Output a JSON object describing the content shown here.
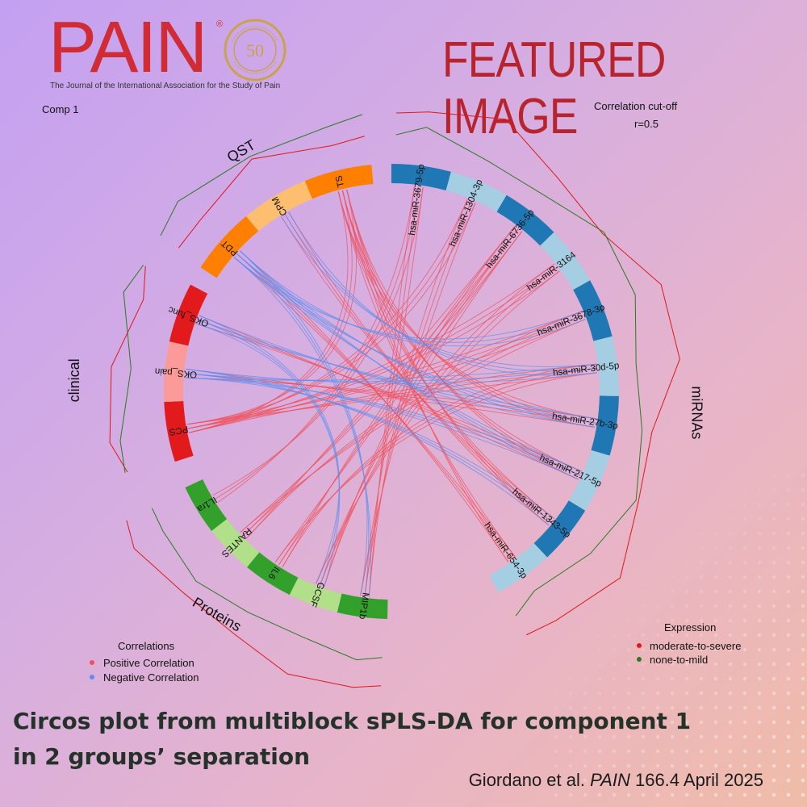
{
  "header": {
    "logo_text": "PAIN",
    "logo_reg": "®",
    "anniversary_badge": "CELEBRATING 50 ANNIVERSARY",
    "journal_subtitle": "The Journal of the International Association for the Study of Pain",
    "featured_label": "FEATURED IMAGE"
  },
  "chart_data": {
    "type": "circos",
    "title": "Comp 1",
    "cutoff_label": "Correlation cut-off",
    "cutoff_value": "r=0.5",
    "blocks": [
      {
        "name": "QST",
        "features": [
          "TS",
          "CPM",
          "PDT"
        ]
      },
      {
        "name": "clinical",
        "features": [
          "OKS_func",
          "OKS_pain",
          "PCS"
        ]
      },
      {
        "name": "Proteins",
        "features": [
          "IL1ra",
          "RANTES",
          "IL6",
          "GCSF",
          "MIP1b"
        ]
      },
      {
        "name": "miRNAs",
        "features": [
          "hsa-miR-3679-5p",
          "hsa-miR-1304-3p",
          "hsa-miR-6736-5p",
          "hsa-miR-3164",
          "hsa-miR-3678-3p",
          "hsa-miR-30d-5p",
          "hsa-miR-27b-3p",
          "hsa-miR-217-5p",
          "hsa-miR-1343-5p",
          "hsa-miR-654-3p"
        ]
      }
    ],
    "correlation_legend": {
      "title": "Correlations",
      "items": [
        {
          "label": "Positive Correlation",
          "color": "#f0505a"
        },
        {
          "label": "Negative Correlation",
          "color": "#5a8ff0"
        }
      ]
    },
    "expression_legend": {
      "title": "Expression",
      "items": [
        {
          "label": "moderate-to-severe",
          "color": "#e01818"
        },
        {
          "label": "none-to-mild",
          "color": "#2a7a22"
        }
      ]
    }
  },
  "caption": {
    "line1": "Circos plot from multiblock sPLS-DA for component 1",
    "line2": "in 2 groups’ separation"
  },
  "citation": {
    "authors": "Giordano et al.",
    "journal": "PAIN",
    "issue": "166.4 April 2025"
  }
}
